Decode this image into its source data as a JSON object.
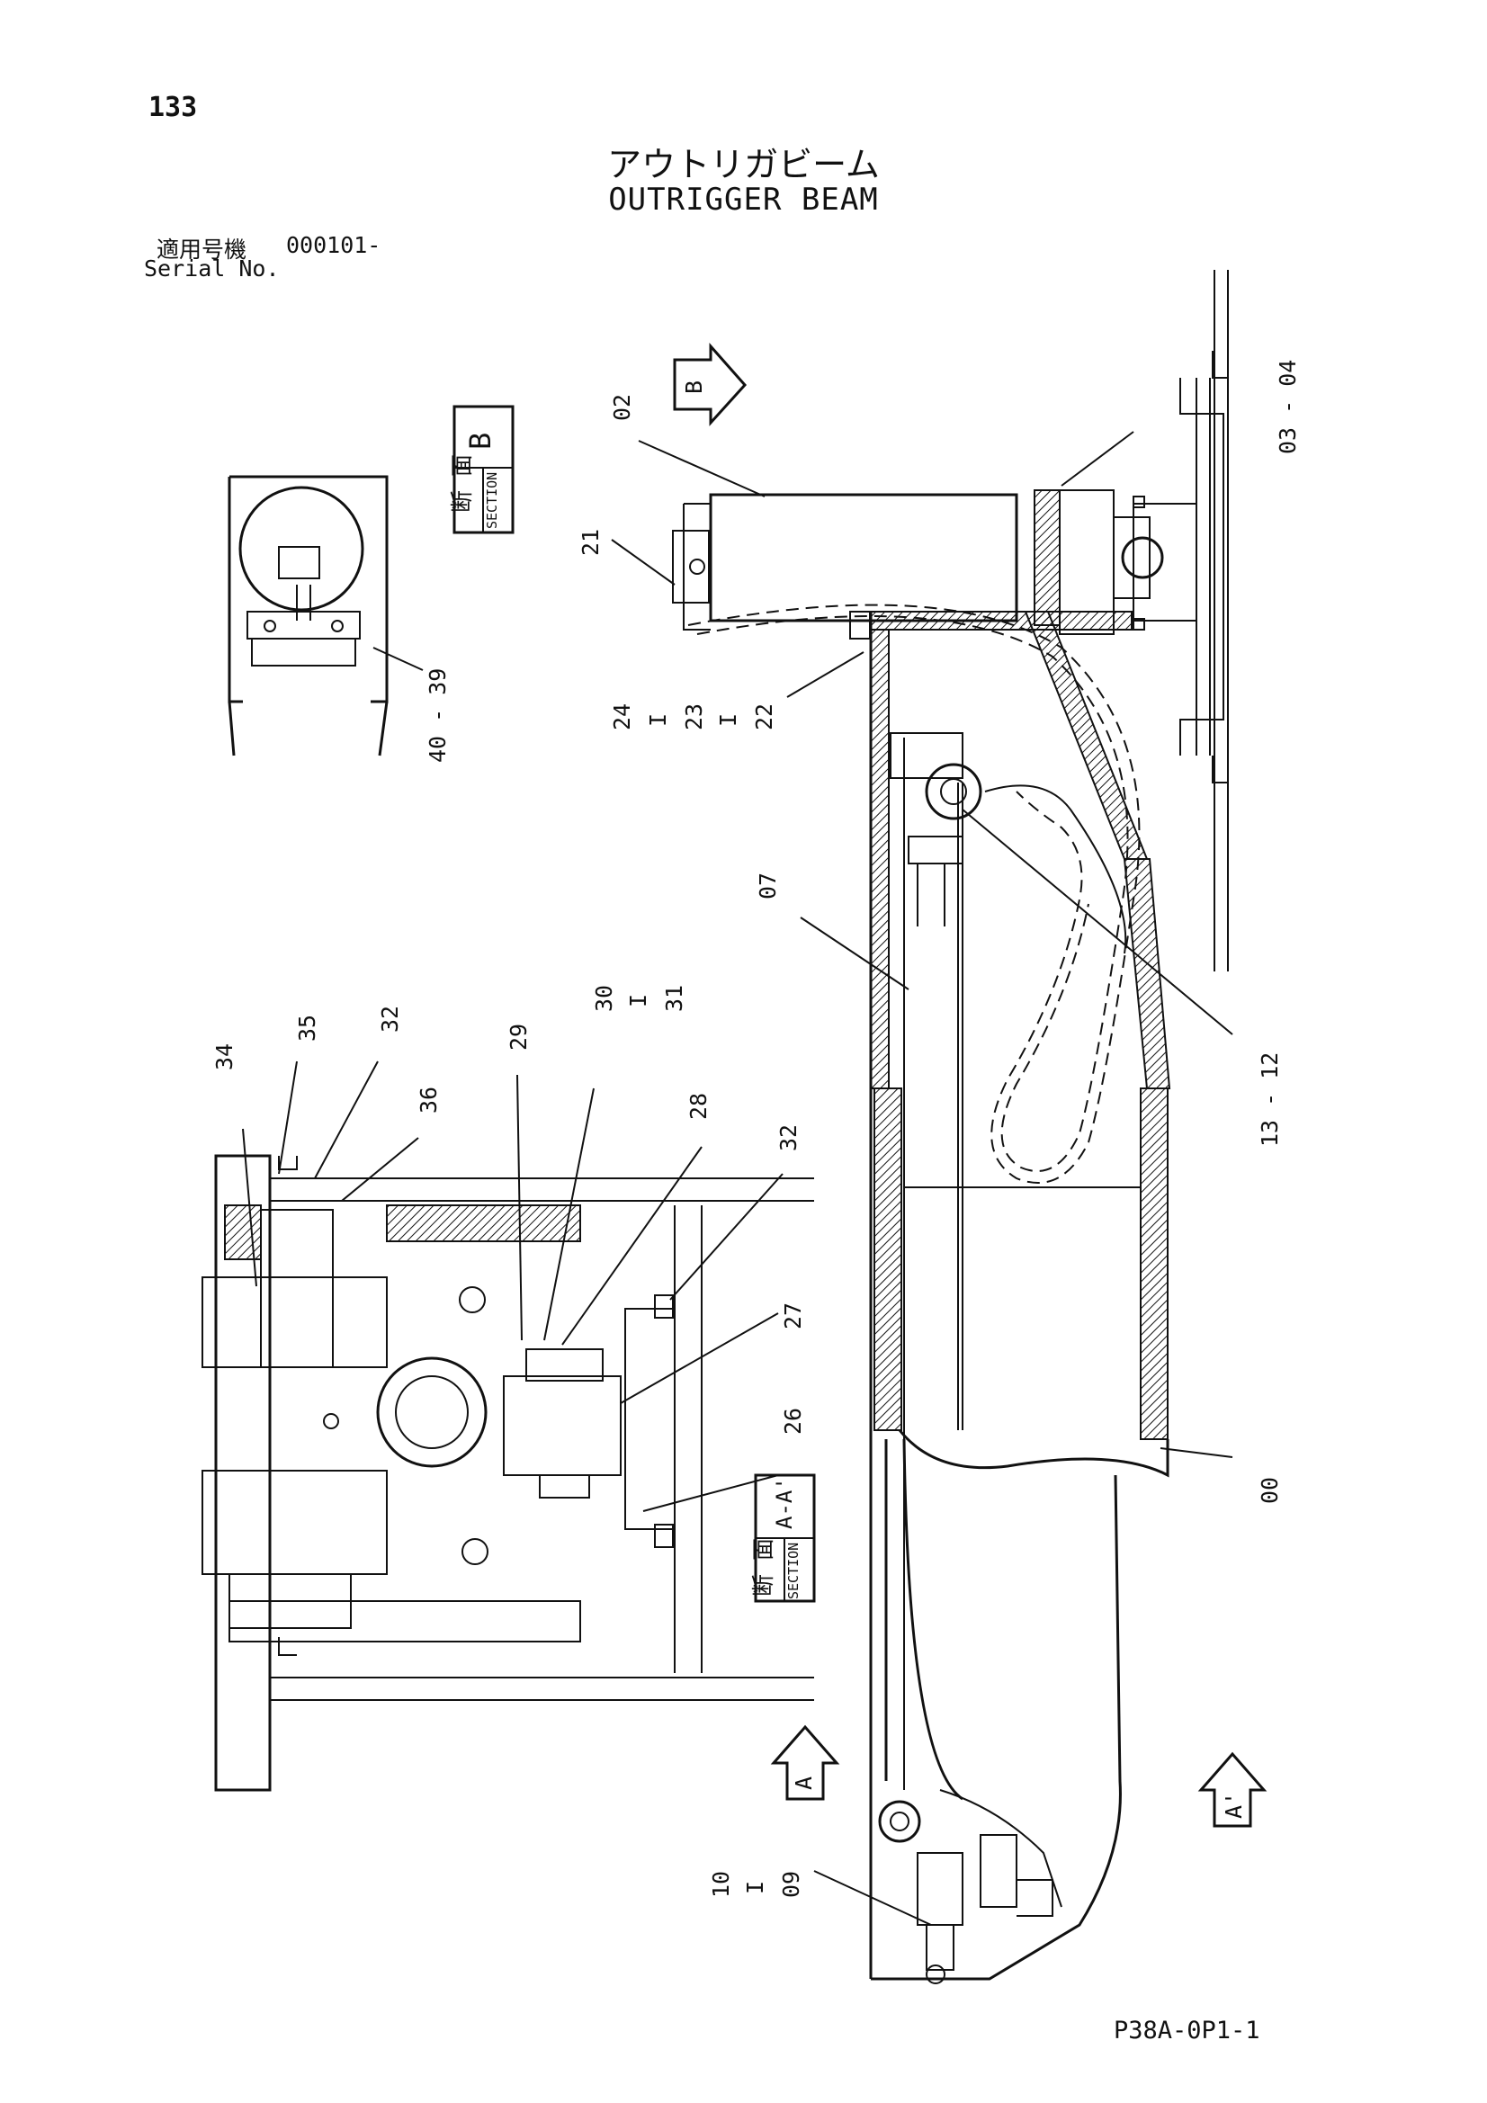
{
  "header": {
    "page_number": "133",
    "title_jp": "アウトリガビーム",
    "title_en": "OUTRIGGER BEAM",
    "serial_label_jp": "適用号機",
    "serial_value": "000101-",
    "serial_label_en": "Serial No."
  },
  "section_views": {
    "section_b": {
      "kanji": "断 面",
      "letter": "B",
      "word": "SECTION"
    },
    "section_aa": {
      "kanji": "断 面",
      "letter": "A-A'",
      "word": "SECTION"
    }
  },
  "view_arrows": {
    "b": "B",
    "a": "A",
    "a_prime": "A'"
  },
  "callouts": {
    "c02": "02",
    "c03_04": "03 - 04",
    "c21": "21",
    "c24": "24",
    "c23": "23",
    "c22": "22",
    "c40_39": "40 - 39",
    "c07": "07",
    "c13_12": "13 - 12",
    "c00": "00",
    "c10": "10",
    "c09": "09",
    "c34": "34",
    "c35": "35",
    "c32a": "32",
    "c36": "36",
    "c29": "29",
    "c30": "30",
    "c31": "31",
    "c28": "28",
    "c32b": "32",
    "c27": "27",
    "c26": "26",
    "dash": "I"
  },
  "footer": {
    "drawing_code": "P38A-0P1-1"
  }
}
